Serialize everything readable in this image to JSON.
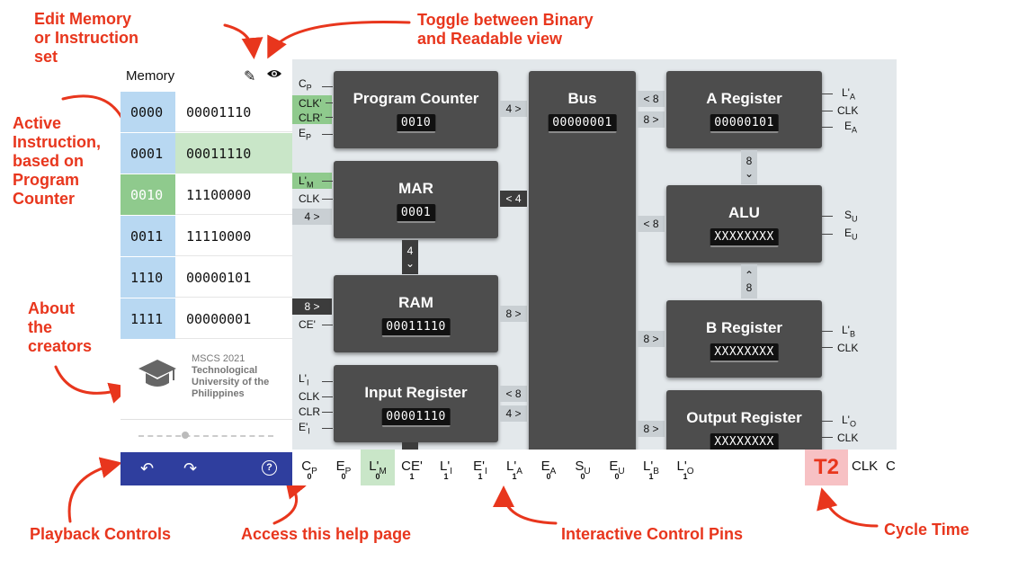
{
  "annotations": {
    "edit": "Edit Memory or Instruction set",
    "edit_l1": "Edit Memory",
    "edit_l2": "or Instruction",
    "edit_l3": "set",
    "toggle_l1": "Toggle between Binary",
    "toggle_l2": "and Readable view",
    "active_l1": "Active",
    "active_l2": "Instruction,",
    "active_l3": "based on",
    "active_l4": "Program",
    "active_l5": "Counter",
    "about_l1": "About",
    "about_l2": "the",
    "about_l3": "creators",
    "playback": "Playback Controls",
    "help": "Access this help page",
    "pins": "Interactive Control Pins",
    "cycle": "Cycle Time"
  },
  "memory": {
    "title": "Memory",
    "rows": [
      {
        "addr": "0000",
        "val": "00001110"
      },
      {
        "addr": "0001",
        "val": "00011110"
      },
      {
        "addr": "0010",
        "val": "11100000"
      },
      {
        "addr": "0011",
        "val": "11110000"
      },
      {
        "addr": "1110",
        "val": "00000101"
      },
      {
        "addr": "1111",
        "val": "00000001"
      }
    ]
  },
  "creators": {
    "line1": "MSCS 2021",
    "line2": "Technological",
    "line3": "University of the",
    "line4": "Philippines"
  },
  "blocks": {
    "pc": {
      "title": "Program Counter",
      "value": "0010"
    },
    "bus": {
      "title": "Bus",
      "value": "00000001"
    },
    "areg": {
      "title": "A Register",
      "value": "00000101"
    },
    "mar": {
      "title": "MAR",
      "value": "0001"
    },
    "alu": {
      "title": "ALU",
      "value": "XXXXXXXX"
    },
    "ram": {
      "title": "RAM",
      "value": "00011110"
    },
    "breg": {
      "title": "B Register",
      "value": "XXXXXXXX"
    },
    "inreg": {
      "title": "Input Register",
      "value": "00001110"
    },
    "outreg": {
      "title": "Output Register",
      "value": "XXXXXXXX"
    }
  },
  "connectors": {
    "pc_bus": "4 >",
    "mar_bus": "< 4",
    "mar_in": "4 >",
    "mar_ram": "4",
    "ram_in": "8 >",
    "ram_bus": "8 >",
    "in_bus_top": "< 8",
    "in_bus_bot": "4 >",
    "a_bus_top": "< 8",
    "a_bus_bot": "8 >",
    "a_alu": "8",
    "alu_bus": "< 8",
    "alu_b": "8",
    "b_bus": "8 >",
    "out_bus": "8 >"
  },
  "bottom_pins": {
    "cp": {
      "main": "C",
      "sub": "P",
      "v": "0"
    },
    "ep": {
      "main": "E",
      "sub": "P",
      "v": "0"
    },
    "lm": {
      "main": "L'",
      "sub": "M",
      "v": "0"
    },
    "ce": {
      "main": "CE'",
      "sub": "",
      "v": "1"
    },
    "li": {
      "main": "L'",
      "sub": "I",
      "v": "1"
    },
    "ei": {
      "main": "E'",
      "sub": "I",
      "v": "1"
    },
    "la": {
      "main": "L'",
      "sub": "A",
      "v": "1"
    },
    "ea": {
      "main": "E",
      "sub": "A",
      "v": "0"
    },
    "su": {
      "main": "S",
      "sub": "U",
      "v": "0"
    },
    "eu": {
      "main": "E",
      "sub": "U",
      "v": "0"
    },
    "lb": {
      "main": "L'",
      "sub": "B",
      "v": "1"
    },
    "lo": {
      "main": "L'",
      "sub": "O",
      "v": "1"
    }
  },
  "cycle": {
    "label": "T2",
    "clk": "CLK",
    "c": "C"
  },
  "colors": {
    "accent": "#e8361d",
    "active_green": "#8fca8d",
    "addr_blue": "#b8d8f2",
    "control_bar": "#2f3e9e",
    "cycle_pink": "#f7c1c4"
  }
}
